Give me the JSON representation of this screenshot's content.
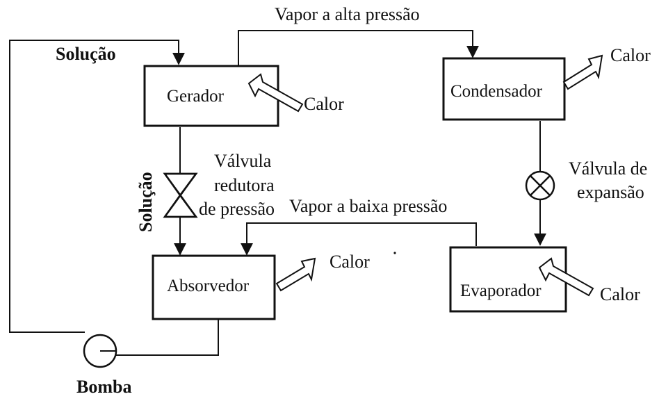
{
  "components": {
    "gerador": "Gerador",
    "condensador": "Condensador",
    "absorvedor": "Absorvedor",
    "evaporador": "Evaporador",
    "bomba": "Bomba"
  },
  "labels": {
    "vapor_alta": "Vapor a alta pressão",
    "vapor_baixa": "Vapor a baixa pressão",
    "solucao_top": "Solução",
    "solucao_vertical": "Solução",
    "valvula_redutora_1": "Válvula",
    "valvula_redutora_2": "redutora",
    "valvula_redutora_3": "de pressão",
    "valvula_expansao_1": "Válvula de",
    "valvula_expansao_2": "expansão",
    "calor_gerador": "Calor",
    "calor_condensador": "Calor",
    "calor_absorvedor": "Calor",
    "calor_evaporador": "Calor"
  }
}
